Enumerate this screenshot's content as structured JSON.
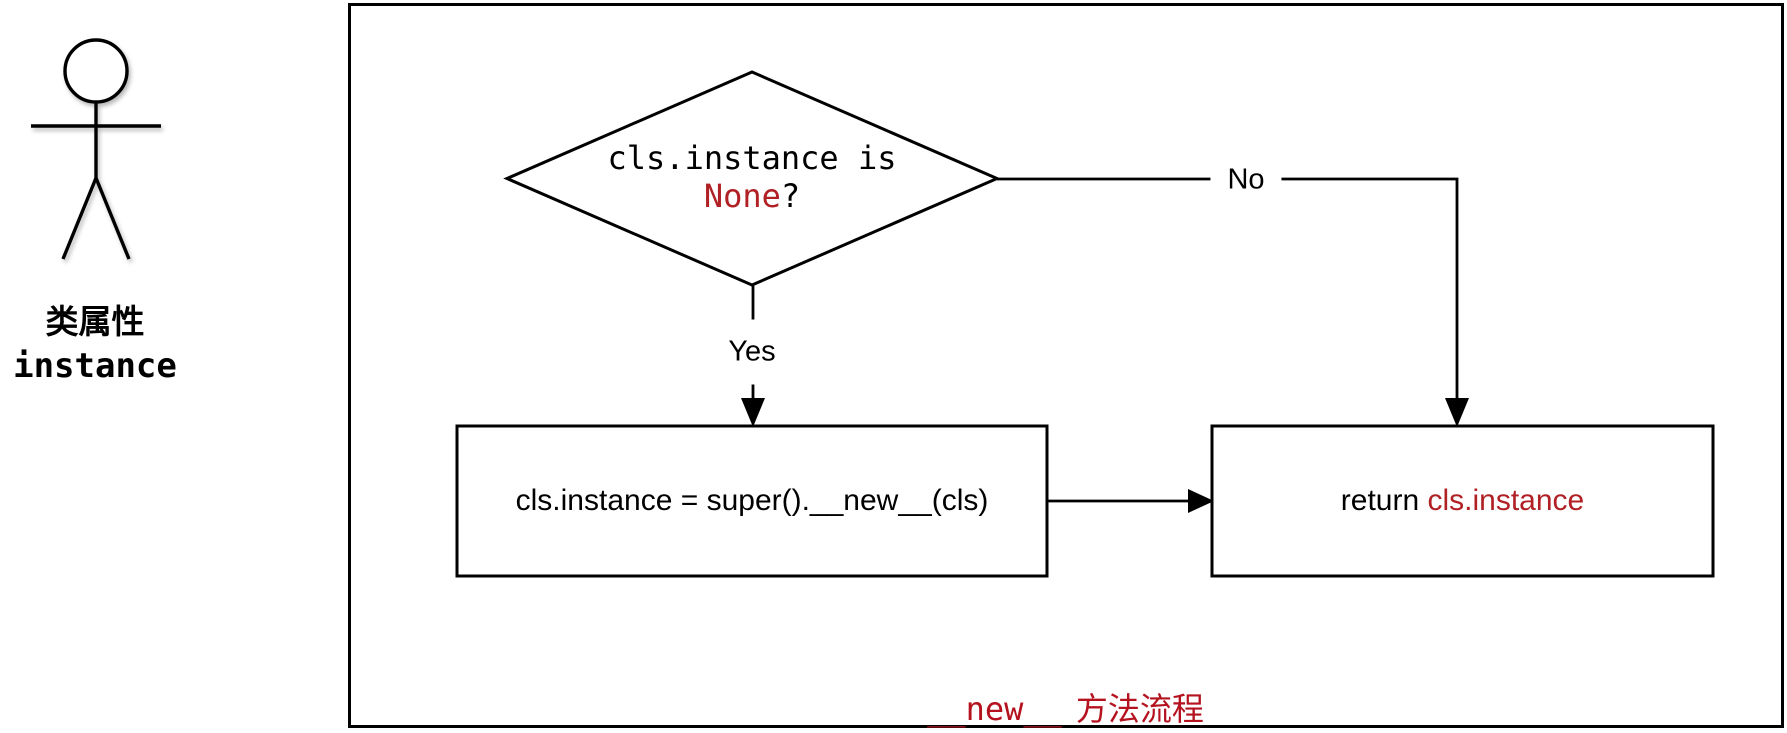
{
  "actor": {
    "line1": "类属性",
    "line2": "instance"
  },
  "flowchart": {
    "decision": {
      "line1": "cls.instance is",
      "highlight": "None",
      "suffix": "?"
    },
    "edges": {
      "yes": "Yes",
      "no": "No"
    },
    "process": {
      "text": "cls.instance = super().__new__(cls)"
    },
    "return_box": {
      "prefix": "return ",
      "highlight": "cls.instance"
    },
    "caption": {
      "code": "__new__",
      "label": "方法流程"
    }
  },
  "colors": {
    "line": "#000000",
    "highlight_red": "#b02024",
    "caption_red": "#b5121f",
    "background": "#ffffff"
  }
}
